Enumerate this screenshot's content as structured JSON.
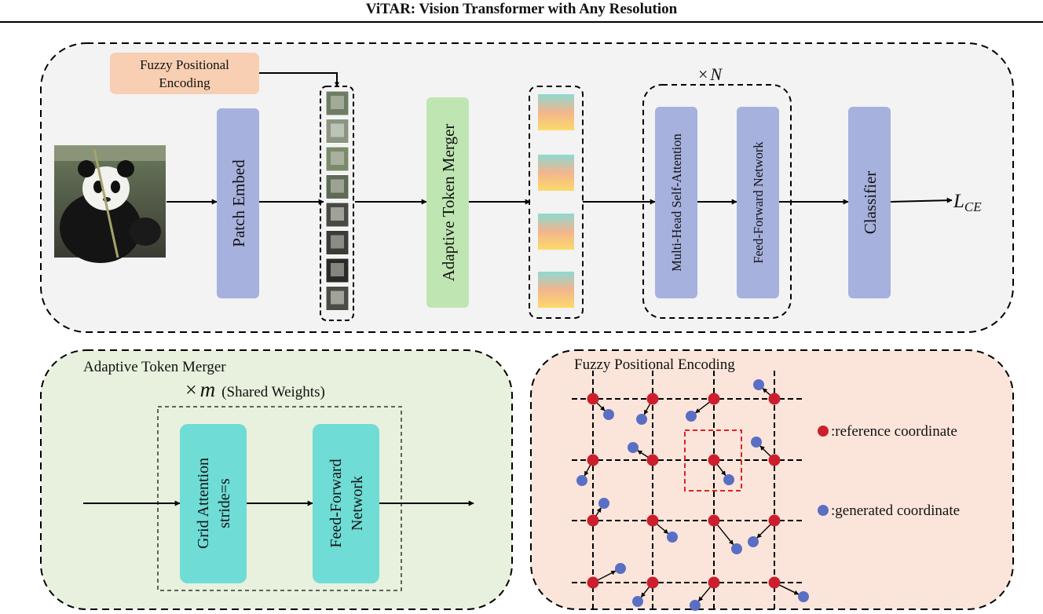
{
  "header": {
    "title": "ViTAR: Vision Transformer with Any Resolution"
  },
  "pipeline": {
    "fpe_label_line1": "Fuzzy Positional",
    "fpe_label_line2": "Encoding",
    "patch_embed": "Patch Embed",
    "atm": "Adaptive Token Merger",
    "repeat_base": "×",
    "repeat_var": "N",
    "mhsa": "Multi-Head Self-Attention",
    "ffn": "Feed-Forward Network",
    "classifier": "Classifier",
    "loss_base": "L",
    "loss_sub": "CE"
  },
  "atm_panel": {
    "title": "Adaptive Token Merger",
    "repeat_prefix": "×",
    "repeat_var": "m",
    "repeat_note": "(Shared Weights)",
    "grid_line1": "Grid Attention",
    "grid_line2": "stride=s",
    "ffn_line1": "Feed-Forward",
    "ffn_line2": "Network"
  },
  "fpe_panel": {
    "title": "Fuzzy Positional Encoding",
    "legend_reference": ":reference coordinate",
    "legend_generated": ":generated coordinate"
  },
  "colors": {
    "reference": "#cc1f2e",
    "generated": "#5a6fc4",
    "block_blue": "#a7b1de",
    "block_green": "#bfe6b2",
    "block_teal": "#6fdcd6",
    "fpe_box": "#f8cfb2",
    "top_panel_bg": "#f3f3f3",
    "atm_panel_bg": "#e7f1dd",
    "fpe_panel_bg": "#fbe5da"
  }
}
